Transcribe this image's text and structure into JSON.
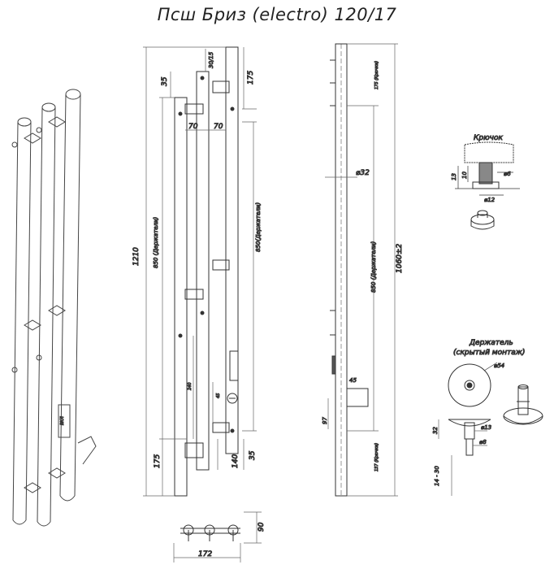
{
  "title": "Псш Бриз (electro) 120/17",
  "front_view": {
    "dim_30_15": "30/15",
    "dim_35_top": "35",
    "dim_175_top": "175",
    "dim_70_left": "70",
    "dim_70_right": "70",
    "dim_1210": "1210",
    "dim_850_left": "850 (Держатели)",
    "dim_850_right": "850(Держатели)",
    "dim_240": "240",
    "dim_45": "45",
    "dim_175_bottom": "175",
    "dim_140": "140",
    "dim_35_bottom": "35",
    "switch_label": "ВКЛ"
  },
  "side_view": {
    "dim_d32": "⌀32",
    "dim_1060": "1060±2",
    "dim_850": "850 (Держатели)",
    "dim_175_note": "175 (Крючки)",
    "dim_137_note": "137 (Крючки)",
    "dim_45": "45",
    "dim_97": "97"
  },
  "plan_view": {
    "dim_172": "172",
    "dim_90": "90"
  },
  "hook_detail": {
    "title": "Крючок",
    "dim_13": "13",
    "dim_10": "10",
    "dim_d6": "⌀6",
    "dim_d12": "⌀12"
  },
  "holder_detail": {
    "title_line1": "Держатель",
    "title_line2": "(скрытый монтаж)",
    "dim_d54": "⌀54",
    "dim_32": "32",
    "dim_d13": "⌀13",
    "dim_d8": "⌀8",
    "dim_14_30": "14 - 30"
  }
}
